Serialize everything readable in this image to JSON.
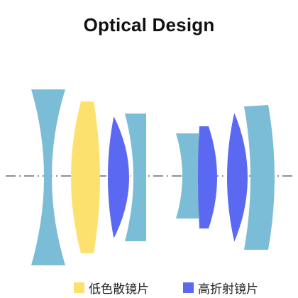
{
  "title": "Optical Design",
  "lens_groups": [
    {
      "group": "front",
      "elements": [
        {
          "type": "biconcave",
          "color": "#7bbcd6"
        },
        {
          "type": "biconvex",
          "color": "#fde16f"
        },
        {
          "type": "biconvex",
          "color": "#5b69f2"
        },
        {
          "type": "meniscus",
          "color": "#7bbcd6"
        }
      ]
    },
    {
      "group": "rear",
      "elements": [
        {
          "type": "concave",
          "color": "#7bbcd6"
        },
        {
          "type": "biconvex",
          "color": "#5b69f2"
        },
        {
          "type": "biconvex",
          "color": "#5b69f2"
        },
        {
          "type": "meniscus",
          "color": "#7bbcd6"
        }
      ]
    }
  ],
  "legend": [
    {
      "label": "低色散镜片",
      "color": "#fde16f"
    },
    {
      "label": "高折射镜片",
      "color": "#5b69f2"
    }
  ],
  "colors": {
    "standard_lens": "#7bbcd6",
    "low_dispersion": "#fde16f",
    "high_refraction": "#5b69f2",
    "optical_axis": "#222222"
  }
}
